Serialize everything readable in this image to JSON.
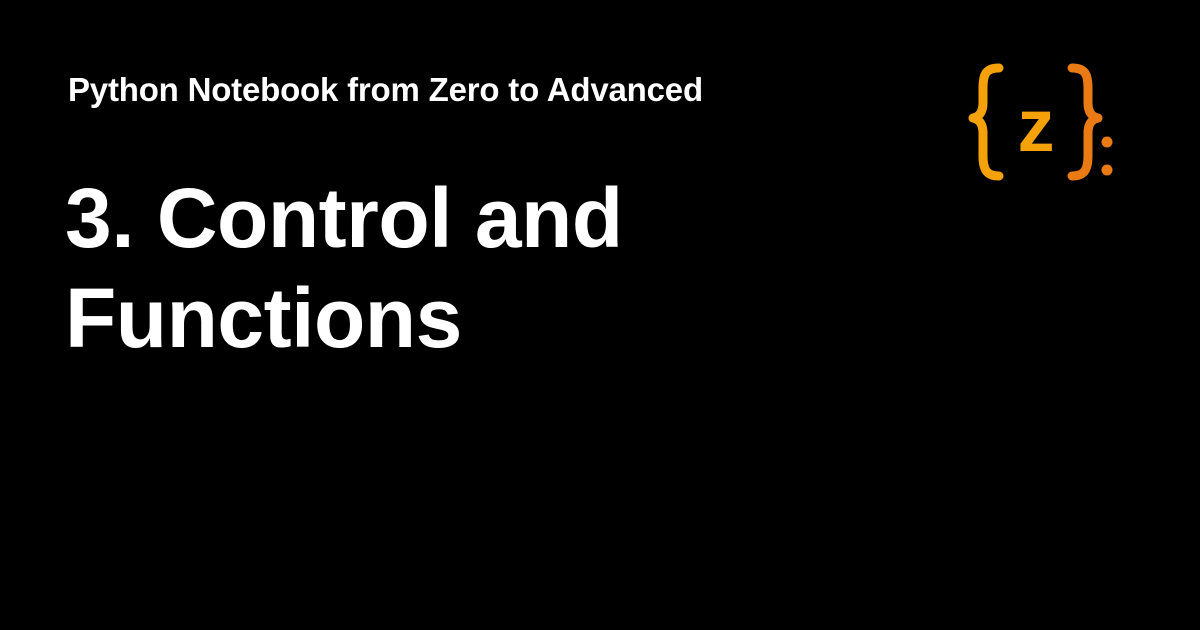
{
  "header": {
    "series_title": "Python Notebook from Zero to Advanced"
  },
  "main": {
    "title_lines": [
      "3. Control and",
      "Functions"
    ]
  },
  "logo": {
    "letter": "z",
    "colors": {
      "left_brace": "#F5A20A",
      "letter": "#F5A20A",
      "right_brace": "#EA7A14",
      "colon": "#EA7A14",
      "background": "#000000"
    }
  }
}
